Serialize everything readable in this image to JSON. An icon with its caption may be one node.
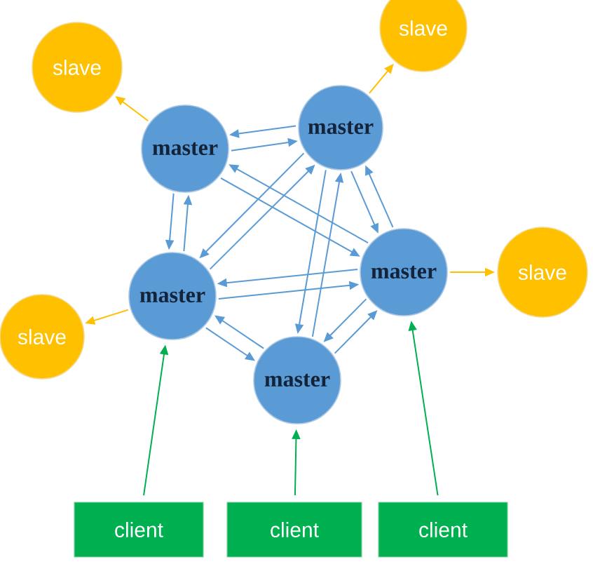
{
  "diagram": {
    "nodes": [
      {
        "text": [
          "slave"
        ]
      },
      {
        "text": [
          "slave"
        ]
      },
      {
        "text": [
          "master"
        ]
      },
      {
        "text": [
          "master"
        ]
      },
      {
        "text": [
          "master"
        ]
      },
      {
        "text": [
          "master"
        ]
      },
      {
        "text": [
          "slave"
        ]
      },
      {
        "text": [
          "slave"
        ]
      },
      {
        "text": [
          "master"
        ]
      },
      {
        "text": [
          "client"
        ]
      },
      {
        "text": [
          "client"
        ]
      },
      {
        "text": [
          "client"
        ]
      }
    ],
    "edges": [
      {
        "from": 2,
        "to": 0,
        "arrow": "to",
        "color": "#ffc000"
      },
      {
        "from": 3,
        "to": 1,
        "arrow": "to",
        "color": "#ffc000"
      },
      {
        "from": 5,
        "to": 6,
        "arrow": "to",
        "color": "#ffc000"
      },
      {
        "from": 4,
        "to": 7,
        "arrow": "to",
        "color": "#ffc000"
      },
      {
        "from": 2,
        "to": 3,
        "arrow": "to"
      },
      {
        "from": 3,
        "to": 2,
        "arrow": "to"
      },
      {
        "from": 2,
        "to": 4,
        "arrow": "to"
      },
      {
        "from": 4,
        "to": 2,
        "arrow": "to"
      },
      {
        "from": 2,
        "to": 5,
        "arrow": "to"
      },
      {
        "from": 5,
        "to": 2,
        "arrow": "to"
      },
      {
        "from": 3,
        "to": 4,
        "arrow": "to"
      },
      {
        "from": 4,
        "to": 3,
        "arrow": "to"
      },
      {
        "from": 3,
        "to": 5,
        "arrow": "to"
      },
      {
        "from": 5,
        "to": 3,
        "arrow": "to"
      },
      {
        "from": 3,
        "to": 8,
        "arrow": "to"
      },
      {
        "from": 8,
        "to": 3,
        "arrow": "to"
      },
      {
        "from": 4,
        "to": 5,
        "arrow": "to"
      },
      {
        "from": 5,
        "to": 4,
        "arrow": "to"
      },
      {
        "from": 4,
        "to": 8,
        "arrow": "to"
      },
      {
        "from": 8,
        "to": 4,
        "arrow": "to"
      },
      {
        "from": 5,
        "to": 8,
        "arrow": "to"
      },
      {
        "from": 8,
        "to": 5,
        "arrow": "to"
      },
      {
        "from": 9,
        "to": 4,
        "arrow": "to",
        "color": "#00b050"
      },
      {
        "from": 10,
        "to": 8,
        "arrow": "to",
        "color": "#00b050"
      },
      {
        "from": 11,
        "to": 5,
        "arrow": "to",
        "color": "#00b050"
      }
    ]
  }
}
